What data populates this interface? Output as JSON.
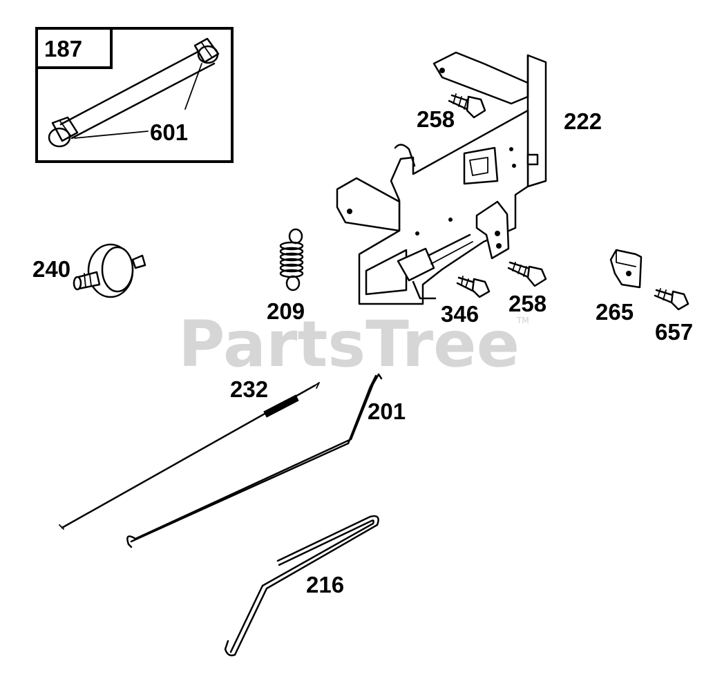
{
  "watermark": {
    "text": "PartsTree",
    "trademark": "TM"
  },
  "inset": {
    "label": "187",
    "part_label": "601"
  },
  "parts": {
    "p222": "222",
    "p258a": "258",
    "p258b": "258",
    "p240": "240",
    "p209": "209",
    "p346": "346",
    "p265": "265",
    "p657": "657",
    "p232": "232",
    "p201": "201",
    "p216": "216"
  }
}
